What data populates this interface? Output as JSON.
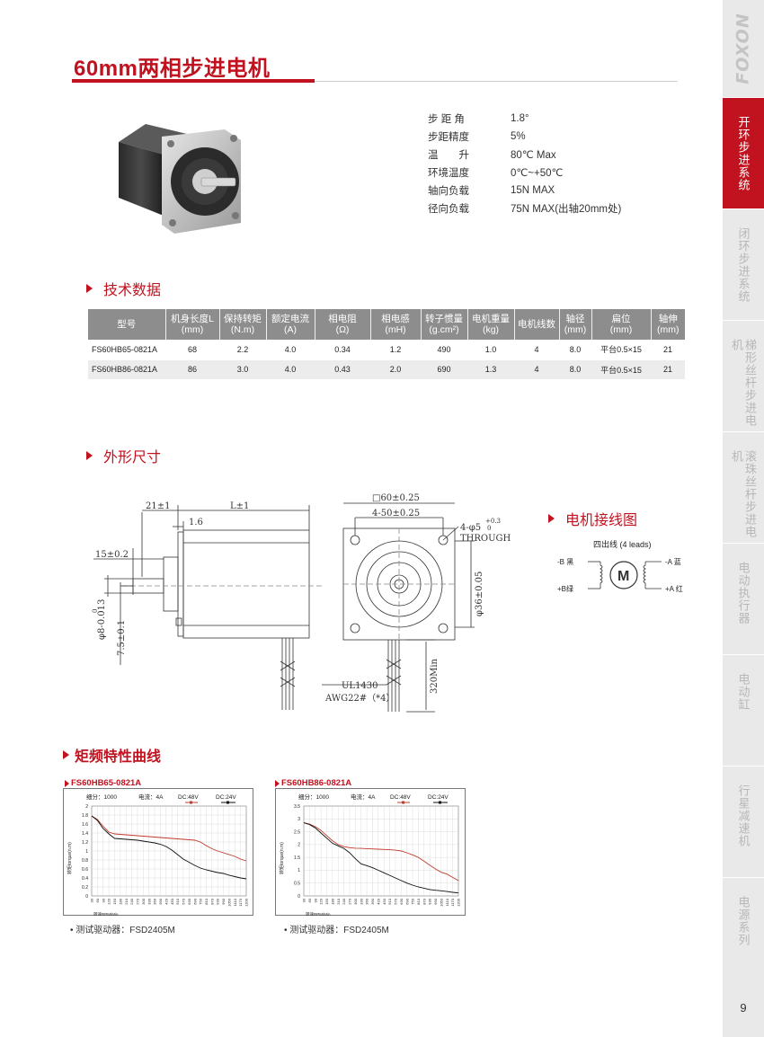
{
  "brand": "FOXON",
  "page_number": "9",
  "title": "60mm两相步进电机",
  "sidebar": [
    {
      "label": "开环步进系统",
      "active": true
    },
    {
      "label": "闭环步进系统",
      "active": false
    },
    {
      "label": "梯形丝杆步进电机",
      "active": false
    },
    {
      "label": "滚珠丝杆步进电机",
      "active": false
    },
    {
      "label": "电动执行器",
      "active": false
    },
    {
      "label": "电动缸",
      "active": false
    },
    {
      "label": "行星减速机",
      "active": false
    },
    {
      "label": "电源系列",
      "active": false
    }
  ],
  "specs": [
    {
      "label": "步 距 角",
      "value": "1.8°"
    },
    {
      "label": "步距精度",
      "value": "5%"
    },
    {
      "label": "温　　升",
      "value": "80℃ Max"
    },
    {
      "label": "环境温度",
      "value": "0℃~+50℃"
    },
    {
      "label": "轴向负载",
      "value": "15N MAX"
    },
    {
      "label": "径向负载",
      "value": "75N MAX(出轴20mm处)"
    }
  ],
  "sections": {
    "tech": "技术数据",
    "dims": "外形尺寸",
    "wiring": "电机接线图",
    "curves": "矩频特性曲线"
  },
  "table": {
    "headers": [
      {
        "line1": "型号",
        "line2": ""
      },
      {
        "line1": "机身长度L",
        "line2": "(mm)"
      },
      {
        "line1": "保持转矩",
        "line2": "(N.m)"
      },
      {
        "line1": "额定电流",
        "line2": "(A)"
      },
      {
        "line1": "相电阻",
        "line2": "(Ω)"
      },
      {
        "line1": "相电感",
        "line2": "(mH)"
      },
      {
        "line1": "转子惯量",
        "line2": "(g.cm²)"
      },
      {
        "line1": "电机重量",
        "line2": "(kg)"
      },
      {
        "line1": "电机线数",
        "line2": ""
      },
      {
        "line1": "轴径",
        "line2": "(mm)"
      },
      {
        "line1": "扁位",
        "line2": "(mm)"
      },
      {
        "line1": "轴伸",
        "line2": "(mm)"
      }
    ],
    "rows": [
      [
        "FS60HB65-0821A",
        "68",
        "2.2",
        "4.0",
        "0.34",
        "1.2",
        "490",
        "1.0",
        "4",
        "8.0",
        "平台0.5×15",
        "21"
      ],
      [
        "FS60HB86-0821A",
        "86",
        "3.0",
        "4.0",
        "0.43",
        "2.0",
        "690",
        "1.3",
        "4",
        "8.0",
        "平台0.5×15",
        "21"
      ]
    ]
  },
  "drawing": {
    "dim_21": "21±1",
    "dim_L": "L±1",
    "dim_1_6": "1.6",
    "dim_15": "15±0.2",
    "dim_phi8": "φ8-0.013",
    "dim_phi8_tol": "0",
    "dim_7_5": "7.5±0.1",
    "dim_sq60": "□60±0.25",
    "dim_4_50": "4-50±0.25",
    "dim_4_phi5": "4-φ5",
    "dim_4_phi5_tol": "+0.3",
    "dim_4_phi5_tol2": "0",
    "through": "THROUGH",
    "dim_phi36": "φ36±0.05",
    "ul": "UL1430",
    "awg": "AWG22#（*4）",
    "dim_320": "320Min"
  },
  "wiring": {
    "subtitle": "四出线 (4 leads)",
    "b_minus": "-B 黑",
    "b_plus": "+B绿",
    "a_minus": "-A 蓝",
    "a_plus": "+A 红",
    "motor_letter": "M"
  },
  "chart_data": [
    {
      "type": "line",
      "title": "FS60HB65-0821A",
      "subdivision": "细分：1000",
      "current": "电流：4A",
      "ylabel": "转矩torque(n.m)",
      "xlabel": "转速RPM/Min",
      "x": [
        30,
        60,
        90,
        120,
        150,
        180,
        210,
        240,
        270,
        300,
        330,
        360,
        390,
        420,
        450,
        510,
        570,
        630,
        690,
        750,
        810,
        870,
        930,
        990,
        1050,
        1110,
        1170,
        1200
      ],
      "ylim": [
        0,
        2.0
      ],
      "yticks": [
        0,
        0.2,
        0.4,
        0.6,
        0.8,
        1.0,
        1.2,
        1.4,
        1.6,
        1.8,
        2.0
      ],
      "series": [
        {
          "name": "DC:48V",
          "color": "#c0392b",
          "values": [
            1.78,
            1.7,
            1.55,
            1.42,
            1.38,
            1.37,
            1.36,
            1.35,
            1.34,
            1.33,
            1.32,
            1.31,
            1.3,
            1.29,
            1.28,
            1.27,
            1.26,
            1.25,
            1.24,
            1.2,
            1.12,
            1.05,
            1.0,
            0.96,
            0.92,
            0.88,
            0.82,
            0.78
          ]
        },
        {
          "name": "DC:24V",
          "color": "#111111",
          "values": [
            1.78,
            1.68,
            1.5,
            1.38,
            1.28,
            1.27,
            1.26,
            1.25,
            1.24,
            1.22,
            1.2,
            1.18,
            1.15,
            1.1,
            1.02,
            0.92,
            0.82,
            0.75,
            0.68,
            0.62,
            0.58,
            0.55,
            0.52,
            0.5,
            0.46,
            0.43,
            0.4,
            0.38
          ]
        }
      ]
    },
    {
      "type": "line",
      "title": "FS60HB86-0821A",
      "subdivision": "细分：1000",
      "current": "电流：4A",
      "ylabel": "转矩torque(n.m)",
      "xlabel": "转速RPM/Min",
      "x": [
        30,
        60,
        90,
        120,
        150,
        180,
        210,
        240,
        270,
        300,
        330,
        360,
        390,
        420,
        450,
        510,
        570,
        630,
        690,
        750,
        810,
        870,
        930,
        990,
        1050,
        1110,
        1170,
        1200
      ],
      "ylim": [
        0,
        3.5
      ],
      "yticks": [
        0,
        0.5,
        1.0,
        1.5,
        2.0,
        2.5,
        3.0,
        3.5
      ],
      "series": [
        {
          "name": "DC:48V",
          "color": "#c0392b",
          "values": [
            2.85,
            2.8,
            2.7,
            2.55,
            2.35,
            2.15,
            2.0,
            1.92,
            1.88,
            1.86,
            1.85,
            1.84,
            1.83,
            1.82,
            1.81,
            1.8,
            1.78,
            1.75,
            1.68,
            1.6,
            1.5,
            1.35,
            1.2,
            1.05,
            0.92,
            0.85,
            0.72,
            0.6
          ]
        },
        {
          "name": "DC:24V",
          "color": "#111111",
          "values": [
            2.85,
            2.78,
            2.65,
            2.45,
            2.25,
            2.05,
            1.95,
            1.85,
            1.68,
            1.45,
            1.25,
            1.18,
            1.1,
            1.0,
            0.9,
            0.8,
            0.7,
            0.6,
            0.5,
            0.42,
            0.35,
            0.3,
            0.25,
            0.22,
            0.2,
            0.17,
            0.14,
            0.12
          ]
        }
      ]
    }
  ],
  "chart_notes": [
    "• 测试驱动器：FSD2405M",
    "• 测试驱动器：FSD2405M"
  ]
}
